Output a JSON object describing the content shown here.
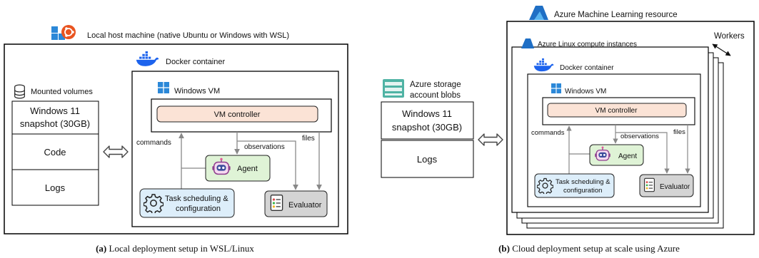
{
  "local": {
    "host_label": "Local host machine (native Ubuntu or Windows with WSL)",
    "mounted_label": "Mounted volumes",
    "snapshot_line1": "Windows 11",
    "snapshot_line2": "snapshot (30GB)",
    "code_label": "Code",
    "logs_label": "Logs",
    "docker_label": "Docker container",
    "vm_label": "Windows VM",
    "controller_label": "VM controller",
    "commands_label": "commands",
    "observations_label": "observations",
    "files_label": "files",
    "agent_label": "Agent",
    "task_line1": "Task scheduling &",
    "task_line2": "configuration",
    "evaluator_label": "Evaluator",
    "caption_bold": "(a)",
    "caption_text": " Local deployment setup in WSL/Linux"
  },
  "cloud": {
    "aml_label": "Azure Machine Learning resource",
    "workers_label": "Workers",
    "linux_label": "Azure Linux compute instances",
    "storage_line1": "Azure storage",
    "storage_line2": "account blobs",
    "snapshot_line1": "Windows 11",
    "snapshot_line2": "snapshot (30GB)",
    "logs_label": "Logs",
    "docker_label": "Docker container",
    "vm_label": "Windows VM",
    "controller_label": "VM controller",
    "commands_label": "commands",
    "observations_label": "observations",
    "files_label": "files",
    "agent_label": "Agent",
    "task_line1": "Task scheduling &",
    "task_line2": "configuration",
    "evaluator_label": "Evaluator",
    "caption_bold": "(b)",
    "caption_text": " Cloud deployment setup at scale using Azure"
  },
  "colors": {
    "controller_fill": "#fbe3d6",
    "agent_fill": "#dff3d6",
    "task_fill": "#ddeefa",
    "evaluator_fill": "#d4d4d4",
    "arrow": "#888888",
    "azure_blue": "#1f6fc5",
    "docker_blue": "#1d63ed",
    "windows_blue": "#2b88d8",
    "ubuntu_orange": "#e95420",
    "storage_teal": "#4fb3a4"
  }
}
